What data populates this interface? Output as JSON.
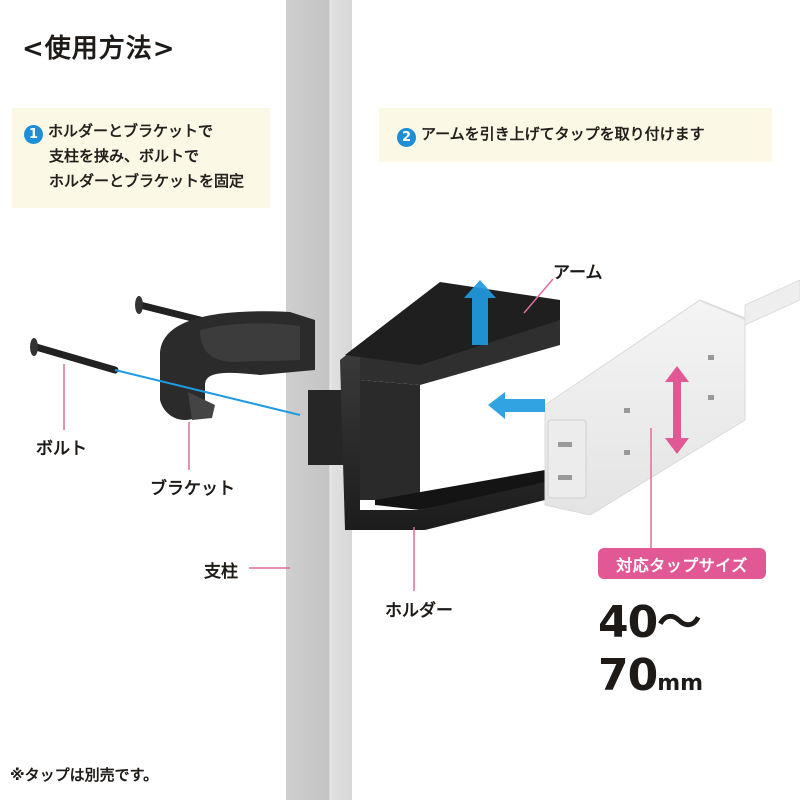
{
  "title": "<使用方法>",
  "steps": [
    {
      "number": "1",
      "lines": [
        "ホルダーとブラケットで",
        "支柱を挟み、ボルトで",
        "ホルダーとブラケットを固定"
      ]
    },
    {
      "number": "2",
      "lines": [
        "アームを引き上げてタップを取り付けます"
      ]
    }
  ],
  "labels": {
    "arm": "アーム",
    "bolt": "ボルト",
    "bracket": "ブラケット",
    "pole": "支柱",
    "holder": "ホルダー"
  },
  "compatible": {
    "badge": "対応タップサイズ",
    "range": "40〜70",
    "unit": "mm"
  },
  "note": "※タップは別売です。",
  "colors": {
    "step_box_bg": "#fbf8e6",
    "step_number_blue": "#1e8fd6",
    "badge_pink": "#e25894",
    "leader_pink": "#de6d9c",
    "arrow_blue": "#1f9be0",
    "product_black": "#2a2a2a",
    "pole_gray": "#d4d4d4"
  },
  "icons": [
    "up-arrow-icon",
    "insert-arrow-icon",
    "double-headed-arrow-icon"
  ]
}
